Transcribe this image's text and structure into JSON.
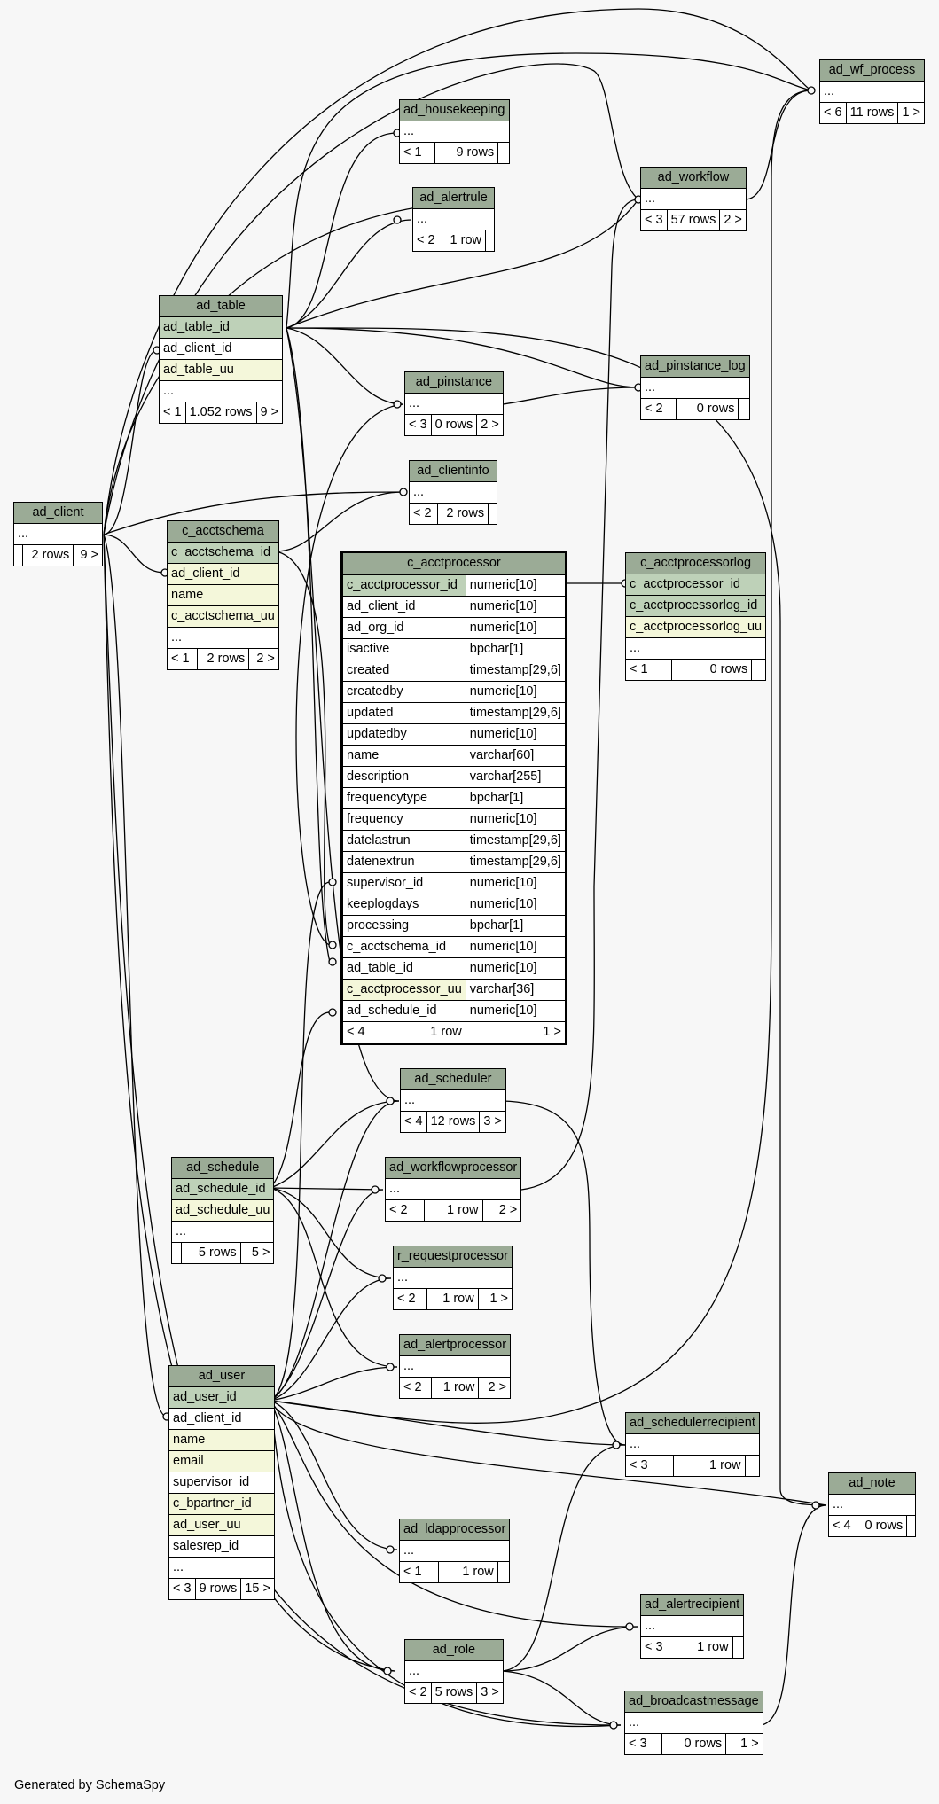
{
  "footer": "Generated by SchemaSpy",
  "colors": {
    "header": "#9bab96",
    "primary_key": "#bed1b8",
    "unique": "#f4f7da",
    "background": "#f7f7f7"
  },
  "tables": {
    "ad_wf_process": {
      "name": "ad_wf_process",
      "more": "...",
      "nav": [
        "< 6",
        "11 rows",
        "1 >"
      ]
    },
    "ad_housekeeping": {
      "name": "ad_housekeeping",
      "more": "...",
      "nav": [
        "< 1",
        "9 rows",
        ""
      ]
    },
    "ad_workflow": {
      "name": "ad_workflow",
      "more": "...",
      "nav": [
        "< 3",
        "57 rows",
        "2 >"
      ]
    },
    "ad_alertrule": {
      "name": "ad_alertrule",
      "more": "...",
      "nav": [
        "< 2",
        "1 row",
        ""
      ]
    },
    "ad_table": {
      "name": "ad_table",
      "cols": [
        "ad_table_id",
        "ad_client_id",
        "ad_table_uu"
      ],
      "more": "...",
      "nav": [
        "< 1",
        "1.052 rows",
        "9 >"
      ]
    },
    "ad_pinstance_log": {
      "name": "ad_pinstance_log",
      "more": "...",
      "nav": [
        "< 2",
        "0 rows",
        ""
      ]
    },
    "ad_pinstance": {
      "name": "ad_pinstance",
      "more": "...",
      "nav": [
        "< 3",
        "0 rows",
        "2 >"
      ]
    },
    "ad_clientinfo": {
      "name": "ad_clientinfo",
      "more": "...",
      "nav": [
        "< 2",
        "2 rows",
        ""
      ]
    },
    "ad_client": {
      "name": "ad_client",
      "more": "...",
      "nav": [
        "",
        "2 rows",
        "9 >"
      ]
    },
    "c_acctschema": {
      "name": "c_acctschema",
      "cols": [
        "c_acctschema_id",
        "ad_client_id",
        "name",
        "c_acctschema_uu"
      ],
      "more": "...",
      "nav": [
        "< 1",
        "2 rows",
        "2 >"
      ]
    },
    "c_acctprocessor": {
      "name": "c_acctprocessor",
      "rows": [
        [
          "c_acctprocessor_id",
          "numeric[10]"
        ],
        [
          "ad_client_id",
          "numeric[10]"
        ],
        [
          "ad_org_id",
          "numeric[10]"
        ],
        [
          "isactive",
          "bpchar[1]"
        ],
        [
          "created",
          "timestamp[29,6]"
        ],
        [
          "createdby",
          "numeric[10]"
        ],
        [
          "updated",
          "timestamp[29,6]"
        ],
        [
          "updatedby",
          "numeric[10]"
        ],
        [
          "name",
          "varchar[60]"
        ],
        [
          "description",
          "varchar[255]"
        ],
        [
          "frequencytype",
          "bpchar[1]"
        ],
        [
          "frequency",
          "numeric[10]"
        ],
        [
          "datelastrun",
          "timestamp[29,6]"
        ],
        [
          "datenextrun",
          "timestamp[29,6]"
        ],
        [
          "supervisor_id",
          "numeric[10]"
        ],
        [
          "keeplogdays",
          "numeric[10]"
        ],
        [
          "processing",
          "bpchar[1]"
        ],
        [
          "c_acctschema_id",
          "numeric[10]"
        ],
        [
          "ad_table_id",
          "numeric[10]"
        ],
        [
          "c_acctprocessor_uu",
          "varchar[36]"
        ],
        [
          "ad_schedule_id",
          "numeric[10]"
        ]
      ],
      "nav": [
        "< 4",
        "1 row",
        "1 >"
      ]
    },
    "c_acctprocessorlog": {
      "name": "c_acctprocessorlog",
      "cols": [
        "c_acctprocessor_id",
        "c_acctprocessorlog_id",
        "c_acctprocessorlog_uu"
      ],
      "more": "...",
      "nav": [
        "< 1",
        "0 rows",
        ""
      ]
    },
    "ad_scheduler": {
      "name": "ad_scheduler",
      "more": "...",
      "nav": [
        "< 4",
        "12 rows",
        "3 >"
      ]
    },
    "ad_schedule": {
      "name": "ad_schedule",
      "cols": [
        "ad_schedule_id",
        "ad_schedule_uu"
      ],
      "more": "...",
      "nav": [
        "",
        "5 rows",
        "5 >"
      ]
    },
    "ad_workflowprocessor": {
      "name": "ad_workflowprocessor",
      "more": "...",
      "nav": [
        "< 2",
        "1 row",
        "2 >"
      ]
    },
    "r_requestprocessor": {
      "name": "r_requestprocessor",
      "more": "...",
      "nav": [
        "< 2",
        "1 row",
        "1 >"
      ]
    },
    "ad_alertprocessor": {
      "name": "ad_alertprocessor",
      "more": "...",
      "nav": [
        "< 2",
        "1 row",
        "2 >"
      ]
    },
    "ad_user": {
      "name": "ad_user",
      "cols": [
        "ad_user_id",
        "ad_client_id",
        "name",
        "email",
        "supervisor_id",
        "c_bpartner_id",
        "ad_user_uu",
        "salesrep_id"
      ],
      "more": "...",
      "nav": [
        "< 3",
        "9 rows",
        "15 >"
      ]
    },
    "ad_schedulerrecipient": {
      "name": "ad_schedulerrecipient",
      "more": "...",
      "nav": [
        "< 3",
        "1 row",
        ""
      ]
    },
    "ad_note": {
      "name": "ad_note",
      "more": "...",
      "nav": [
        "< 4",
        "0 rows",
        ""
      ]
    },
    "ad_ldapprocessor": {
      "name": "ad_ldapprocessor",
      "more": "...",
      "nav": [
        "< 1",
        "1 row",
        ""
      ]
    },
    "ad_alertrecipient": {
      "name": "ad_alertrecipient",
      "more": "...",
      "nav": [
        "< 3",
        "1 row",
        ""
      ]
    },
    "ad_role": {
      "name": "ad_role",
      "more": "...",
      "nav": [
        "< 2",
        "5 rows",
        "3 >"
      ]
    },
    "ad_broadcastmessage": {
      "name": "ad_broadcastmessage",
      "more": "...",
      "nav": [
        "< 3",
        "0 rows",
        "1 >"
      ]
    }
  }
}
